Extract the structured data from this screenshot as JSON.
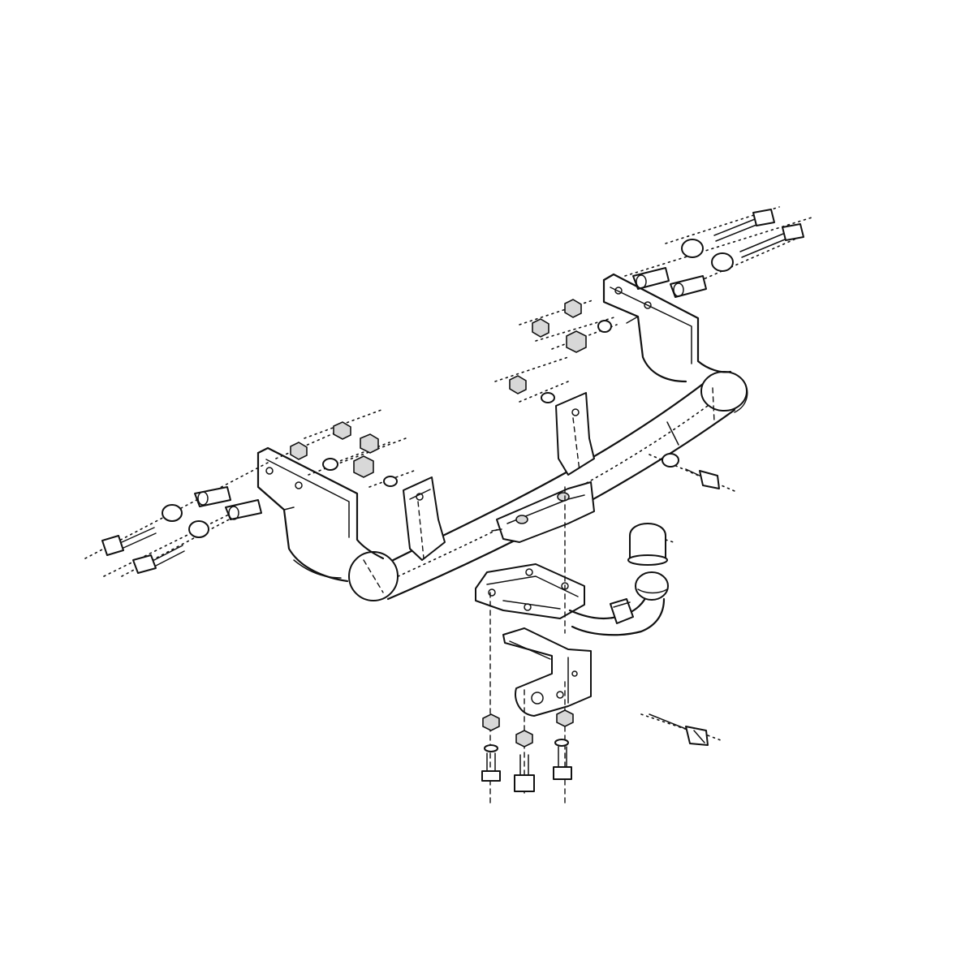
{
  "diagram": {
    "kind": "exploded-assembly",
    "colors": {
      "line": "#111111",
      "background": "#ffffff"
    },
    "parts": [
      "crossbar",
      "left-mounting-bracket",
      "right-mounting-bracket",
      "center-bracket",
      "tow-ball-mount-plate",
      "tow-ball-neck",
      "tow-ball",
      "tow-ball-cover-cap",
      "socket-plate",
      "left-bolt-kit",
      "right-bolt-kit",
      "lower-bolt-kit",
      "crossbar-side-bolt",
      "loose-bolt"
    ]
  }
}
